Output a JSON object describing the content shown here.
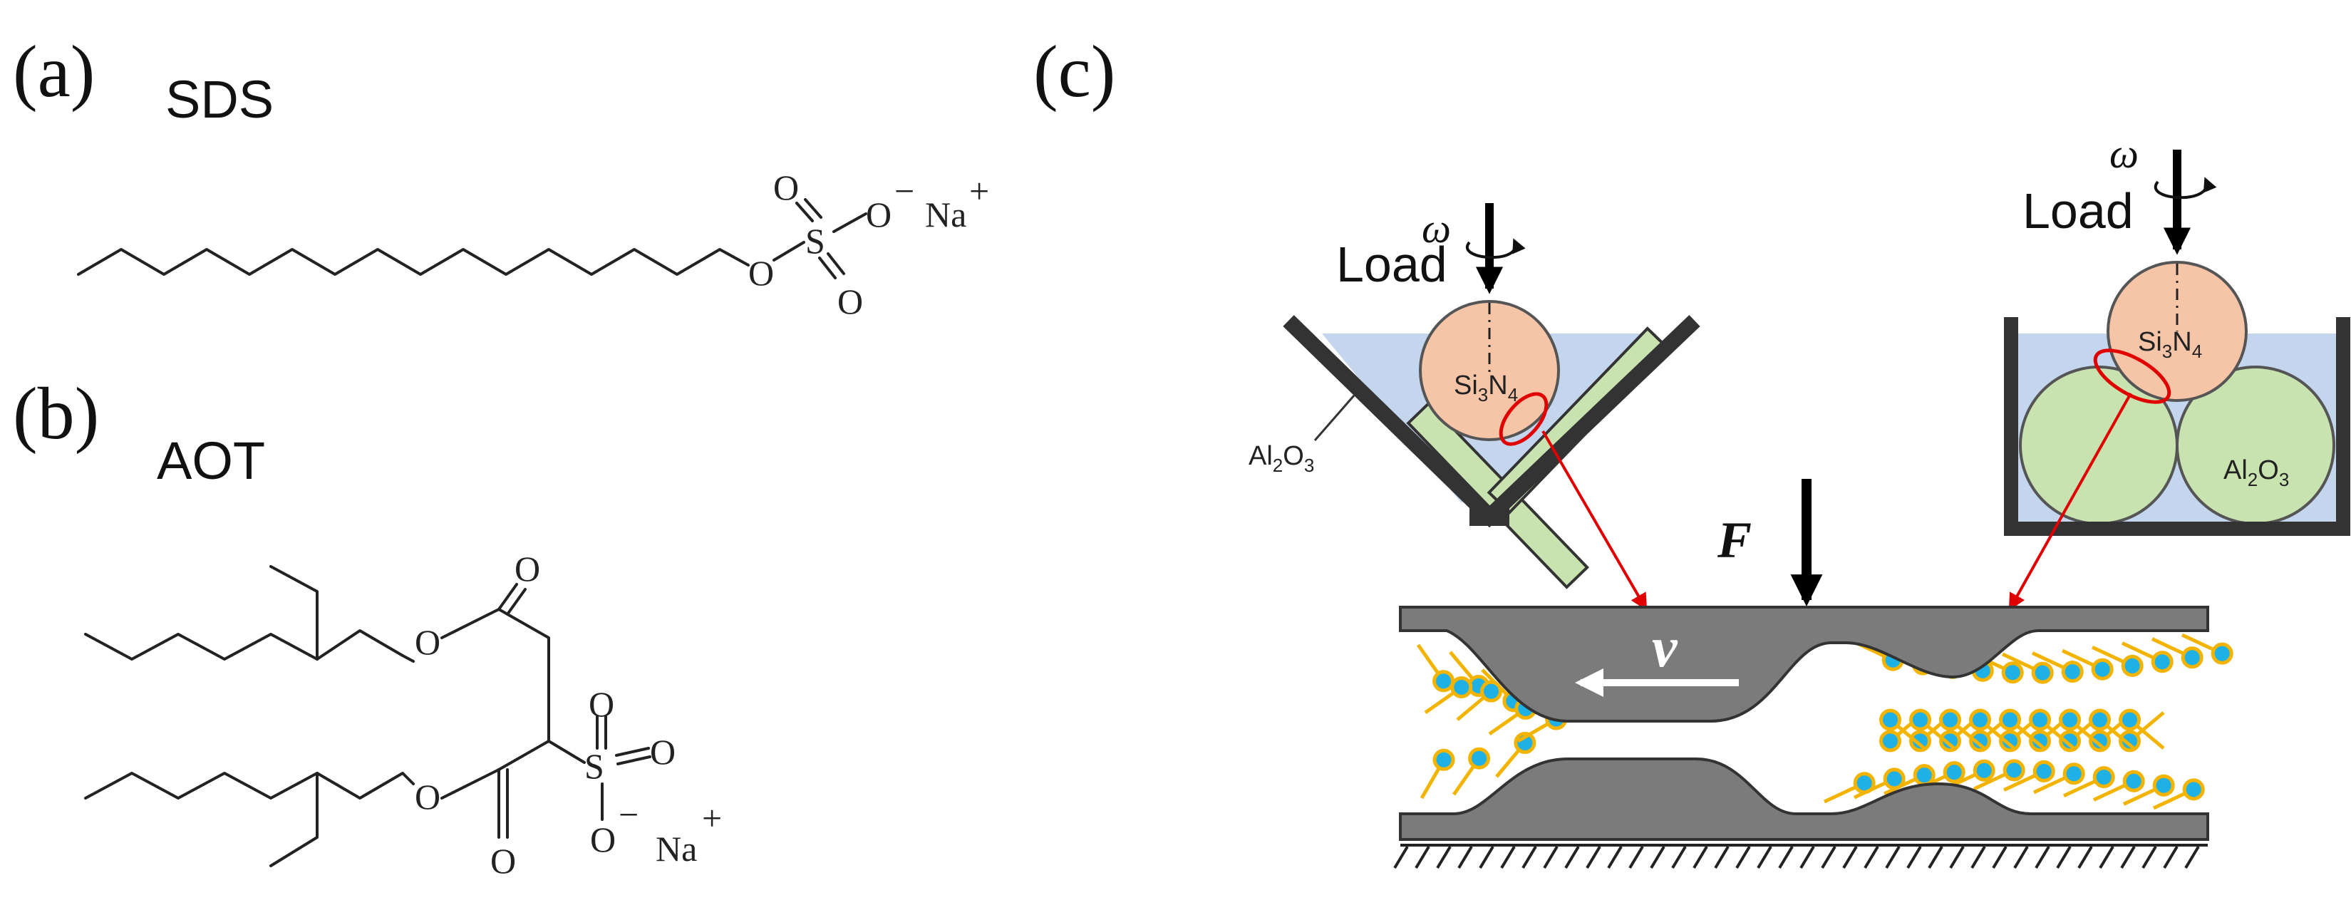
{
  "panel_a": {
    "label": "(a)",
    "name": "SDS"
  },
  "panel_b": {
    "label": "(b)",
    "name": "AOT"
  },
  "panel_c": {
    "label": "(c)"
  },
  "atoms": {
    "O": "O",
    "S": "S",
    "O_minus": "O",
    "minus": "−",
    "Na": "Na",
    "plus": "+"
  },
  "setup_left": {
    "load": "Load",
    "omega": "ω",
    "ball": "Si3N4",
    "pad": "Al2O3"
  },
  "setup_right": {
    "load": "Load",
    "omega": "ω",
    "ball": "Si3N4",
    "pad": "Al2O3"
  },
  "contact": {
    "force": "F",
    "velocity": "v"
  },
  "colors": {
    "ball": "#f6c5a8",
    "pad": "#c8e2b0",
    "liquid": "#c3d6ee",
    "surface": "#7b7b7b",
    "tail": "#f2b400",
    "head": "#1fb1e6",
    "highlight": "#e00000"
  }
}
